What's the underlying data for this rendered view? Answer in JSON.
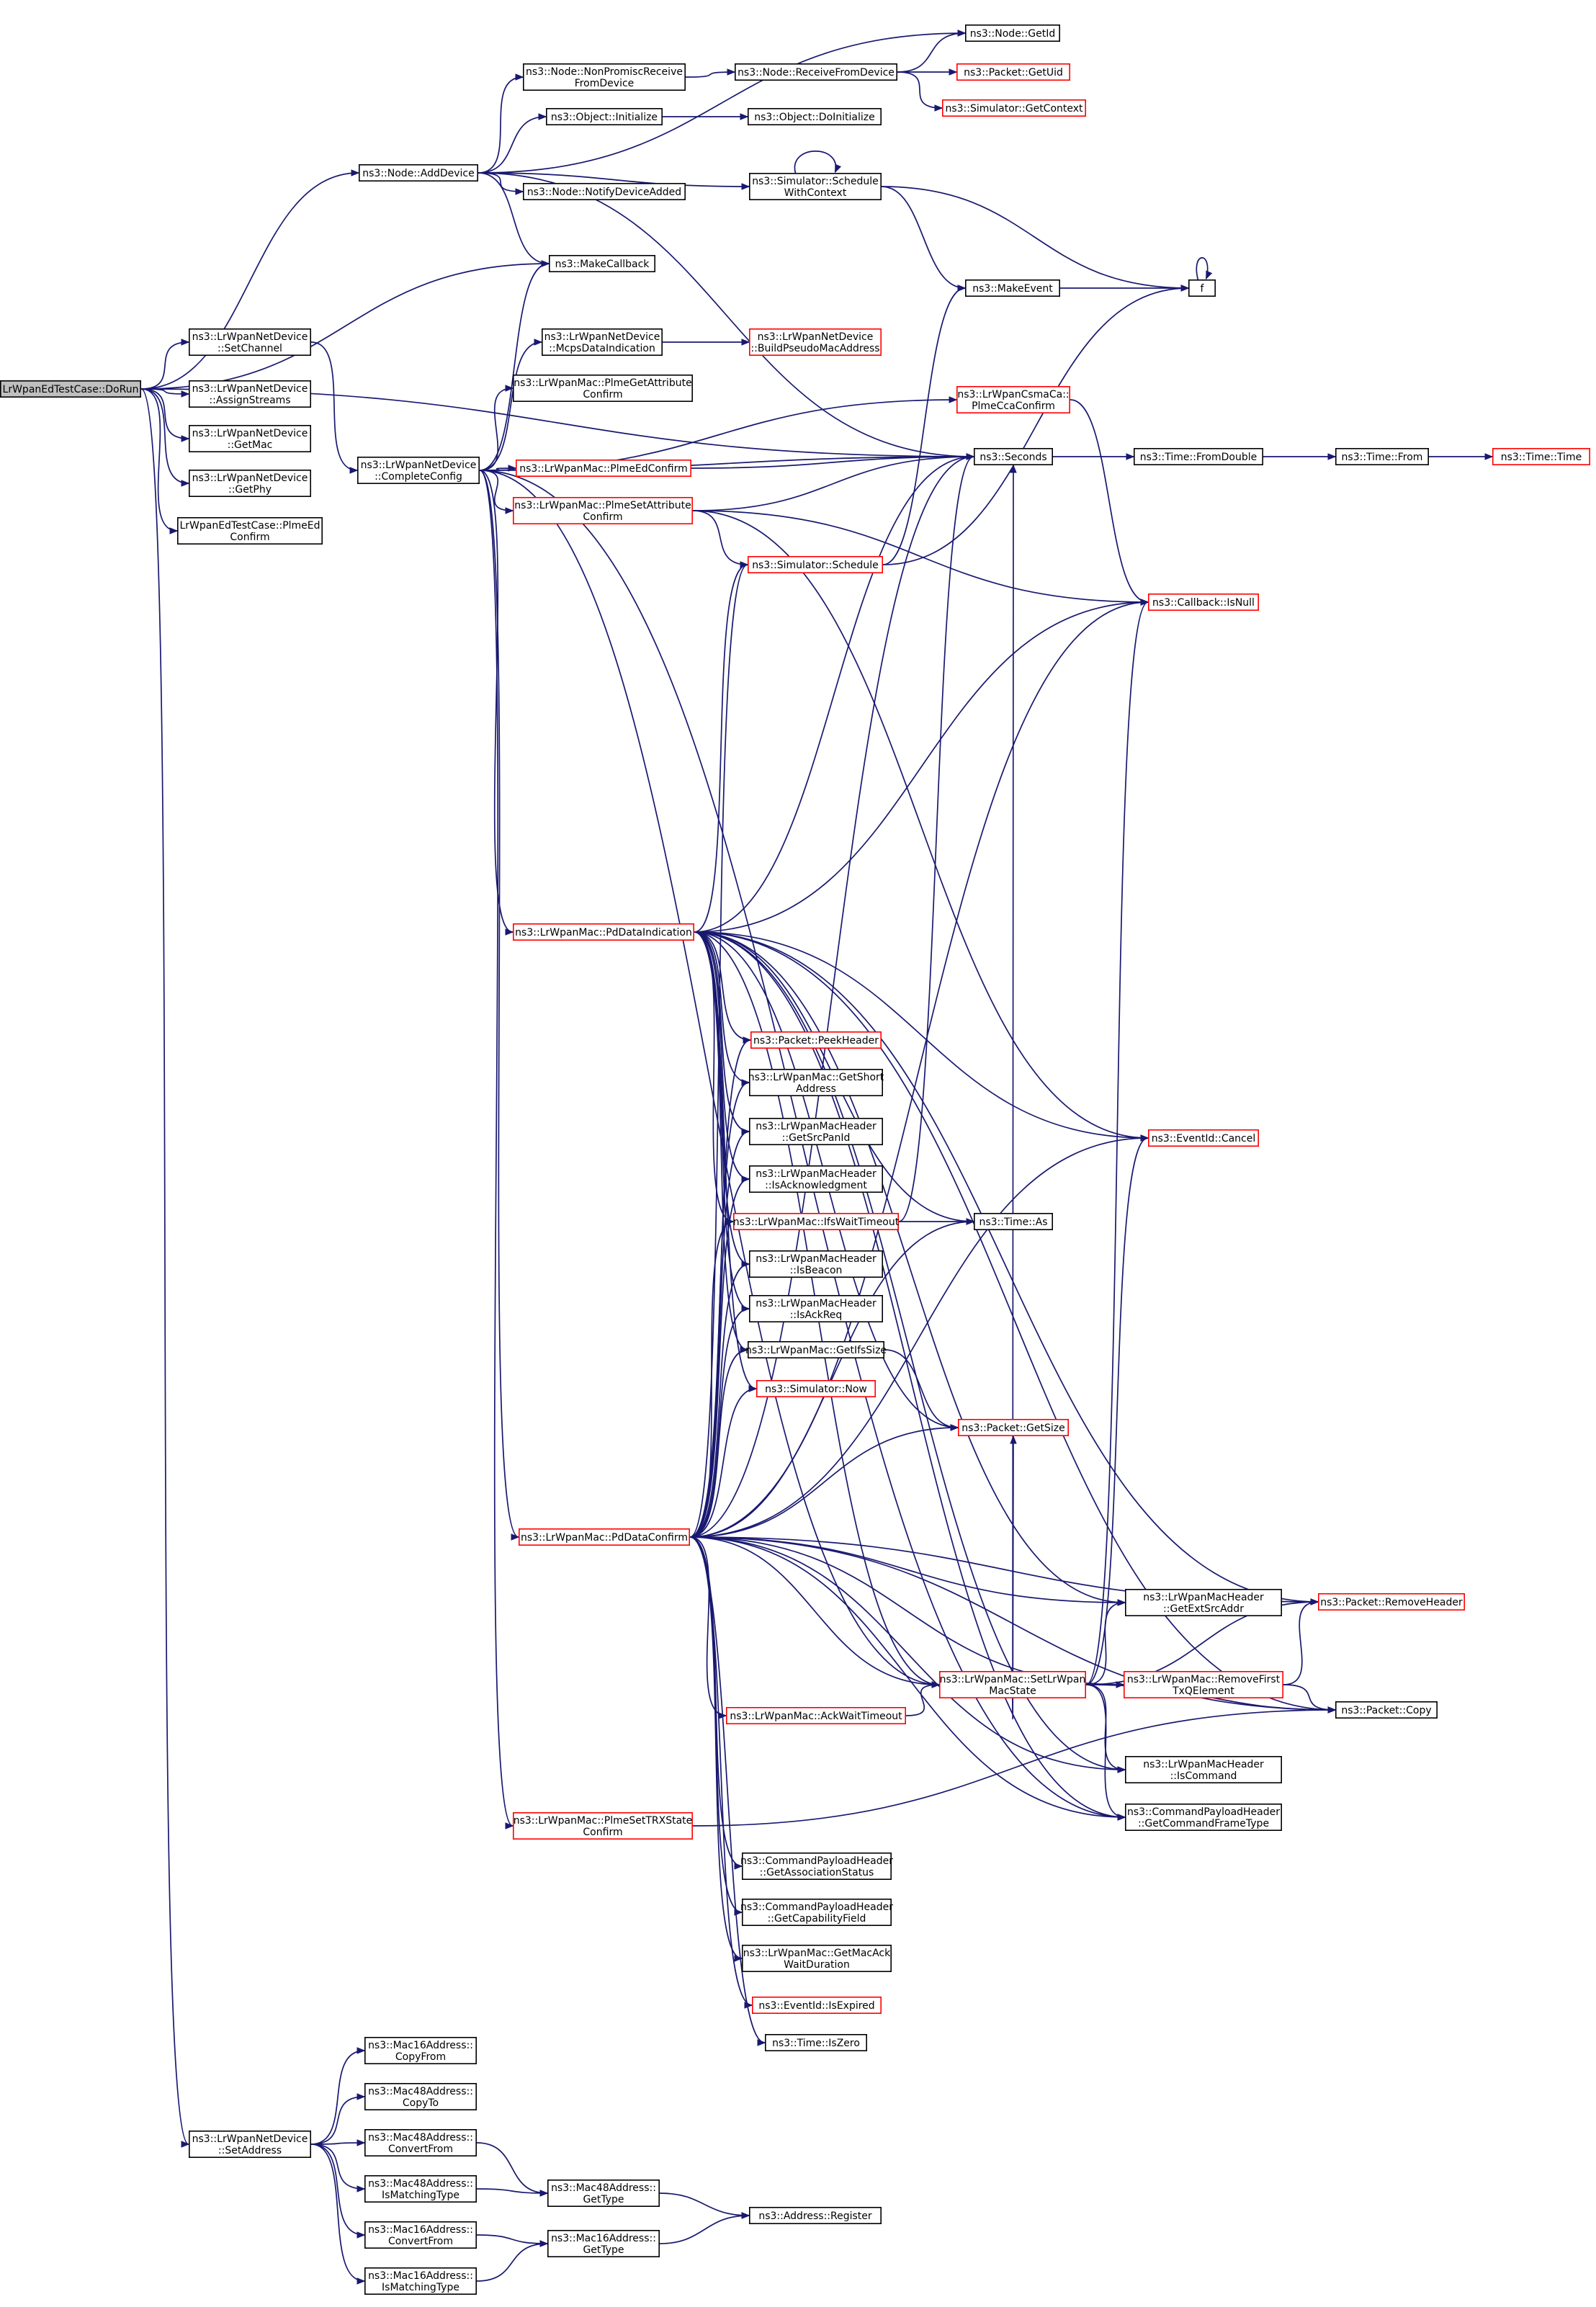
{
  "nodes": [
    {
      "id": "root",
      "lines": [
        "LrWpanEdTestCase::DoRun"
      ],
      "outline": "root"
    },
    {
      "id": "node_adddev",
      "lines": [
        "ns3::Node::AddDevice"
      ],
      "outline": "black"
    },
    {
      "id": "node_getid",
      "lines": [
        "ns3::Node::GetId"
      ],
      "outline": "black"
    },
    {
      "id": "node_nonprom",
      "lines": [
        "ns3::Node::NonPromiscReceive",
        "FromDevice"
      ],
      "outline": "black"
    },
    {
      "id": "node_recv",
      "lines": [
        "ns3::Node::ReceiveFromDevice"
      ],
      "outline": "black"
    },
    {
      "id": "pkt_getuid",
      "lines": [
        "ns3::Packet::GetUid"
      ],
      "outline": "red"
    },
    {
      "id": "sim_getctx",
      "lines": [
        "ns3::Simulator::GetContext"
      ],
      "outline": "red"
    },
    {
      "id": "obj_init",
      "lines": [
        "ns3::Object::Initialize"
      ],
      "outline": "black"
    },
    {
      "id": "obj_doinit",
      "lines": [
        "ns3::Object::DoInitialize"
      ],
      "outline": "black"
    },
    {
      "id": "node_notify",
      "lines": [
        "ns3::Node::NotifyDeviceAdded"
      ],
      "outline": "black"
    },
    {
      "id": "sim_schedctx",
      "lines": [
        "ns3::Simulator::Schedule",
        "WithContext"
      ],
      "outline": "black"
    },
    {
      "id": "makecb",
      "lines": [
        "ns3::MakeCallback"
      ],
      "outline": "black"
    },
    {
      "id": "makeevent",
      "lines": [
        "ns3::MakeEvent"
      ],
      "outline": "black"
    },
    {
      "id": "f",
      "lines": [
        "f"
      ],
      "outline": "black"
    },
    {
      "id": "dev_setchan",
      "lines": [
        "ns3::LrWpanNetDevice",
        "::SetChannel"
      ],
      "outline": "black"
    },
    {
      "id": "dev_mcps",
      "lines": [
        "ns3::LrWpanNetDevice",
        "::McpsDataIndication"
      ],
      "outline": "black"
    },
    {
      "id": "dev_pseudo",
      "lines": [
        "ns3::LrWpanNetDevice",
        "::BuildPseudoMacAddress"
      ],
      "outline": "red"
    },
    {
      "id": "dev_assign",
      "lines": [
        "ns3::LrWpanNetDevice",
        "::AssignStreams"
      ],
      "outline": "black"
    },
    {
      "id": "mac_plmeget",
      "lines": [
        "ns3::LrWpanMac::PlmeGetAttribute",
        "Confirm"
      ],
      "outline": "black"
    },
    {
      "id": "csma_cca",
      "lines": [
        "ns3::LrWpanCsmaCa::",
        "PlmeCcaConfirm"
      ],
      "outline": "red"
    },
    {
      "id": "dev_getmac",
      "lines": [
        "ns3::LrWpanNetDevice",
        "::GetMac"
      ],
      "outline": "black"
    },
    {
      "id": "seconds",
      "lines": [
        "ns3::Seconds"
      ],
      "outline": "black"
    },
    {
      "id": "time_fromdouble",
      "lines": [
        "ns3::Time::FromDouble"
      ],
      "outline": "black"
    },
    {
      "id": "time_from",
      "lines": [
        "ns3::Time::From"
      ],
      "outline": "black"
    },
    {
      "id": "time_time",
      "lines": [
        "ns3::Time::Time"
      ],
      "outline": "red"
    },
    {
      "id": "dev_getphy",
      "lines": [
        "ns3::LrWpanNetDevice",
        "::GetPhy"
      ],
      "outline": "black"
    },
    {
      "id": "dev_complete",
      "lines": [
        "ns3::LrWpanNetDevice",
        "::CompleteConfig"
      ],
      "outline": "black"
    },
    {
      "id": "mac_plmeed",
      "lines": [
        "ns3::LrWpanMac::PlmeEdConfirm"
      ],
      "outline": "red"
    },
    {
      "id": "test_plmeed",
      "lines": [
        "LrWpanEdTestCase::PlmeEd",
        "Confirm"
      ],
      "outline": "black"
    },
    {
      "id": "mac_plmeset",
      "lines": [
        "ns3::LrWpanMac::PlmeSetAttribute",
        "Confirm"
      ],
      "outline": "red"
    },
    {
      "id": "sim_sched",
      "lines": [
        "ns3::Simulator::Schedule"
      ],
      "outline": "red"
    },
    {
      "id": "cb_isnull",
      "lines": [
        "ns3::Callback::IsNull"
      ],
      "outline": "red"
    },
    {
      "id": "mac_pdind",
      "lines": [
        "ns3::LrWpanMac::PdDataIndication"
      ],
      "outline": "red"
    },
    {
      "id": "pkt_peek",
      "lines": [
        "ns3::Packet::PeekHeader"
      ],
      "outline": "red"
    },
    {
      "id": "mac_getshort",
      "lines": [
        "ns3::LrWpanMac::GetShort",
        "Address"
      ],
      "outline": "black"
    },
    {
      "id": "hdr_srcpan",
      "lines": [
        "ns3::LrWpanMacHeader",
        "::GetSrcPanId"
      ],
      "outline": "black"
    },
    {
      "id": "event_cancel",
      "lines": [
        "ns3::EventId::Cancel"
      ],
      "outline": "red"
    },
    {
      "id": "hdr_isack",
      "lines": [
        "ns3::LrWpanMacHeader",
        "::IsAcknowledgment"
      ],
      "outline": "black"
    },
    {
      "id": "mac_ifswait",
      "lines": [
        "ns3::LrWpanMac::IfsWaitTimeout"
      ],
      "outline": "red"
    },
    {
      "id": "time_as",
      "lines": [
        "ns3::Time::As"
      ],
      "outline": "black"
    },
    {
      "id": "hdr_isbeacon",
      "lines": [
        "ns3::LrWpanMacHeader",
        "::IsBeacon"
      ],
      "outline": "black"
    },
    {
      "id": "hdr_isackreq",
      "lines": [
        "ns3::LrWpanMacHeader",
        "::IsAckReq"
      ],
      "outline": "black"
    },
    {
      "id": "mac_getifs",
      "lines": [
        "ns3::LrWpanMac::GetIfsSize"
      ],
      "outline": "black"
    },
    {
      "id": "sim_now",
      "lines": [
        "ns3::Simulator::Now"
      ],
      "outline": "red"
    },
    {
      "id": "pkt_getsize",
      "lines": [
        "ns3::Packet::GetSize"
      ],
      "outline": "red"
    },
    {
      "id": "mac_pdconf",
      "lines": [
        "ns3::LrWpanMac::PdDataConfirm"
      ],
      "outline": "red"
    },
    {
      "id": "hdr_extsrc",
      "lines": [
        "ns3::LrWpanMacHeader",
        "::GetExtSrcAddr"
      ],
      "outline": "black"
    },
    {
      "id": "pkt_remhdr",
      "lines": [
        "ns3::Packet::RemoveHeader"
      ],
      "outline": "red"
    },
    {
      "id": "mac_setstate",
      "lines": [
        "ns3::LrWpanMac::SetLrWpan",
        "MacState"
      ],
      "outline": "red"
    },
    {
      "id": "mac_removefirst",
      "lines": [
        "ns3::LrWpanMac::RemoveFirst",
        "TxQElement"
      ],
      "outline": "red"
    },
    {
      "id": "pkt_copy",
      "lines": [
        "ns3::Packet::Copy"
      ],
      "outline": "black"
    },
    {
      "id": "mac_ackwait",
      "lines": [
        "ns3::LrWpanMac::AckWaitTimeout"
      ],
      "outline": "red"
    },
    {
      "id": "hdr_iscmd",
      "lines": [
        "ns3::LrWpanMacHeader",
        "::IsCommand"
      ],
      "outline": "black"
    },
    {
      "id": "cmd_frametype",
      "lines": [
        "ns3::CommandPayloadHeader",
        "::GetCommandFrameType"
      ],
      "outline": "black"
    },
    {
      "id": "mac_plmetrx",
      "lines": [
        "ns3::LrWpanMac::PlmeSetTRXState",
        "Confirm"
      ],
      "outline": "red"
    },
    {
      "id": "cmd_assoc",
      "lines": [
        "ns3::CommandPayloadHeader",
        "::GetAssociationStatus"
      ],
      "outline": "black"
    },
    {
      "id": "cmd_cap",
      "lines": [
        "ns3::CommandPayloadHeader",
        "::GetCapabilityField"
      ],
      "outline": "black"
    },
    {
      "id": "mac_getackwait",
      "lines": [
        "ns3::LrWpanMac::GetMacAck",
        "WaitDuration"
      ],
      "outline": "black"
    },
    {
      "id": "event_expired",
      "lines": [
        "ns3::EventId::IsExpired"
      ],
      "outline": "red"
    },
    {
      "id": "time_iszero",
      "lines": [
        "ns3::Time::IsZero"
      ],
      "outline": "black"
    },
    {
      "id": "m16_copyfrom",
      "lines": [
        "ns3::Mac16Address::",
        "CopyFrom"
      ],
      "outline": "black"
    },
    {
      "id": "m48_copyto",
      "lines": [
        "ns3::Mac48Address::",
        "CopyTo"
      ],
      "outline": "black"
    },
    {
      "id": "dev_setaddr",
      "lines": [
        "ns3::LrWpanNetDevice",
        "::SetAddress"
      ],
      "outline": "black"
    },
    {
      "id": "m48_convfrom",
      "lines": [
        "ns3::Mac48Address::",
        "ConvertFrom"
      ],
      "outline": "black"
    },
    {
      "id": "m48_gettype",
      "lines": [
        "ns3::Mac48Address::",
        "GetType"
      ],
      "outline": "black"
    },
    {
      "id": "m48_ismatch",
      "lines": [
        "ns3::Mac48Address::",
        "IsMatchingType"
      ],
      "outline": "black"
    },
    {
      "id": "addr_register",
      "lines": [
        "ns3::Address::Register"
      ],
      "outline": "black"
    },
    {
      "id": "m16_convfrom",
      "lines": [
        "ns3::Mac16Address::",
        "ConvertFrom"
      ],
      "outline": "black"
    },
    {
      "id": "m16_gettype",
      "lines": [
        "ns3::Mac16Address::",
        "GetType"
      ],
      "outline": "black"
    },
    {
      "id": "m16_ismatch",
      "lines": [
        "ns3::Mac16Address::",
        "IsMatchingType"
      ],
      "outline": "black"
    }
  ],
  "edges": [
    [
      "root",
      "node_adddev"
    ],
    [
      "root",
      "makecb"
    ],
    [
      "root",
      "seconds"
    ],
    [
      "root",
      "dev_setchan"
    ],
    [
      "root",
      "dev_assign"
    ],
    [
      "root",
      "dev_getmac"
    ],
    [
      "root",
      "dev_getphy"
    ],
    [
      "root",
      "test_plmeed"
    ],
    [
      "root",
      "dev_setaddr"
    ],
    [
      "node_adddev",
      "node_getid"
    ],
    [
      "node_adddev",
      "node_nonprom"
    ],
    [
      "node_adddev",
      "obj_init"
    ],
    [
      "node_adddev",
      "node_notify"
    ],
    [
      "node_adddev",
      "sim_schedctx"
    ],
    [
      "node_adddev",
      "makecb"
    ],
    [
      "node_adddev",
      "seconds"
    ],
    [
      "node_nonprom",
      "node_recv"
    ],
    [
      "node_recv",
      "node_getid"
    ],
    [
      "node_recv",
      "pkt_getuid"
    ],
    [
      "node_recv",
      "sim_getctx"
    ],
    [
      "obj_init",
      "obj_doinit"
    ],
    [
      "sim_schedctx",
      "sim_schedctx"
    ],
    [
      "sim_schedctx",
      "makeevent"
    ],
    [
      "sim_schedctx",
      "f"
    ],
    [
      "makeevent",
      "f"
    ],
    [
      "f",
      "f"
    ],
    [
      "dev_setchan",
      "dev_complete"
    ],
    [
      "dev_complete",
      "makecb"
    ],
    [
      "dev_complete",
      "dev_mcps"
    ],
    [
      "dev_complete",
      "mac_plmeget"
    ],
    [
      "dev_complete",
      "csma_cca"
    ],
    [
      "dev_complete",
      "seconds"
    ],
    [
      "dev_complete",
      "mac_plmeed"
    ],
    [
      "dev_complete",
      "mac_plmeset"
    ],
    [
      "dev_complete",
      "mac_pdind"
    ],
    [
      "dev_complete",
      "mac_pdconf"
    ],
    [
      "dev_complete",
      "mac_plmetrx"
    ],
    [
      "dev_complete",
      "cmd_frametype"
    ],
    [
      "dev_complete",
      "mac_setstate"
    ],
    [
      "dev_mcps",
      "dev_pseudo"
    ],
    [
      "csma_cca",
      "cb_isnull"
    ],
    [
      "mac_plmeed",
      "seconds"
    ],
    [
      "mac_plmeset",
      "seconds"
    ],
    [
      "mac_plmeset",
      "sim_sched"
    ],
    [
      "mac_plmeset",
      "cb_isnull"
    ],
    [
      "mac_plmeset",
      "event_cancel"
    ],
    [
      "sim_sched",
      "makeevent"
    ],
    [
      "sim_sched",
      "f"
    ],
    [
      "seconds",
      "time_fromdouble"
    ],
    [
      "time_fromdouble",
      "time_from"
    ],
    [
      "time_from",
      "time_time"
    ],
    [
      "mac_pdind",
      "sim_sched"
    ],
    [
      "mac_pdind",
      "seconds"
    ],
    [
      "mac_pdind",
      "cb_isnull"
    ],
    [
      "mac_pdind",
      "pkt_remhdr"
    ],
    [
      "mac_pdind",
      "pkt_copy"
    ],
    [
      "mac_pdind",
      "event_cancel"
    ],
    [
      "mac_pdind",
      "hdr_extsrc"
    ],
    [
      "mac_pdind",
      "hdr_iscmd"
    ],
    [
      "mac_pdind",
      "cmd_frametype"
    ],
    [
      "mac_pdind",
      "pkt_peek"
    ],
    [
      "mac_pdind",
      "mac_getshort"
    ],
    [
      "mac_pdind",
      "hdr_srcpan"
    ],
    [
      "mac_pdind",
      "hdr_isack"
    ],
    [
      "mac_pdind",
      "mac_ifswait"
    ],
    [
      "mac_pdind",
      "hdr_isbeacon"
    ],
    [
      "mac_pdind",
      "hdr_isackreq"
    ],
    [
      "mac_pdind",
      "mac_getifs"
    ],
    [
      "mac_pdind",
      "sim_now"
    ],
    [
      "mac_pdind",
      "pkt_getsize"
    ],
    [
      "mac_pdind",
      "time_as"
    ],
    [
      "mac_pdind",
      "mac_setstate"
    ],
    [
      "mac_ifswait",
      "time_as"
    ],
    [
      "mac_ifswait",
      "seconds"
    ],
    [
      "mac_getifs",
      "pkt_getsize"
    ],
    [
      "mac_pdconf",
      "sim_sched"
    ],
    [
      "mac_pdconf",
      "seconds"
    ],
    [
      "mac_pdconf",
      "cb_isnull"
    ],
    [
      "mac_pdconf",
      "pkt_peek"
    ],
    [
      "mac_pdconf",
      "mac_getshort"
    ],
    [
      "mac_pdconf",
      "hdr_srcpan"
    ],
    [
      "mac_pdconf",
      "hdr_isack"
    ],
    [
      "mac_pdconf",
      "mac_ifswait"
    ],
    [
      "mac_pdconf",
      "hdr_isbeacon"
    ],
    [
      "mac_pdconf",
      "hdr_isackreq"
    ],
    [
      "mac_pdconf",
      "mac_getifs"
    ],
    [
      "mac_pdconf",
      "sim_now"
    ],
    [
      "mac_pdconf",
      "pkt_getsize"
    ],
    [
      "mac_pdconf",
      "time_as"
    ],
    [
      "mac_pdconf",
      "event_cancel"
    ],
    [
      "mac_pdconf",
      "hdr_extsrc"
    ],
    [
      "mac_pdconf",
      "pkt_remhdr"
    ],
    [
      "mac_pdconf",
      "mac_setstate"
    ],
    [
      "mac_pdconf",
      "mac_removefirst"
    ],
    [
      "mac_pdconf",
      "pkt_copy"
    ],
    [
      "mac_pdconf",
      "mac_ackwait"
    ],
    [
      "mac_pdconf",
      "hdr_iscmd"
    ],
    [
      "mac_pdconf",
      "cmd_frametype"
    ],
    [
      "mac_pdconf",
      "cmd_assoc"
    ],
    [
      "mac_pdconf",
      "cmd_cap"
    ],
    [
      "mac_pdconf",
      "mac_getackwait"
    ],
    [
      "mac_pdconf",
      "event_expired"
    ],
    [
      "mac_pdconf",
      "time_iszero"
    ],
    [
      "mac_ackwait",
      "mac_setstate"
    ],
    [
      "mac_setstate",
      "cb_isnull"
    ],
    [
      "mac_setstate",
      "event_cancel"
    ],
    [
      "mac_setstate",
      "seconds"
    ],
    [
      "mac_setstate",
      "hdr_extsrc"
    ],
    [
      "mac_setstate",
      "pkt_remhdr"
    ],
    [
      "mac_setstate",
      "mac_removefirst"
    ],
    [
      "mac_setstate",
      "pkt_copy"
    ],
    [
      "mac_setstate",
      "hdr_iscmd"
    ],
    [
      "mac_setstate",
      "cmd_frametype"
    ],
    [
      "mac_setstate",
      "pkt_getsize"
    ],
    [
      "mac_removefirst",
      "pkt_remhdr"
    ],
    [
      "mac_removefirst",
      "pkt_copy"
    ],
    [
      "mac_plmetrx",
      "pkt_copy"
    ],
    [
      "dev_setaddr",
      "m16_copyfrom"
    ],
    [
      "dev_setaddr",
      "m48_copyto"
    ],
    [
      "dev_setaddr",
      "m48_convfrom"
    ],
    [
      "dev_setaddr",
      "m48_ismatch"
    ],
    [
      "dev_setaddr",
      "m16_convfrom"
    ],
    [
      "dev_setaddr",
      "m16_ismatch"
    ],
    [
      "m48_convfrom",
      "m48_gettype"
    ],
    [
      "m48_ismatch",
      "m48_gettype"
    ],
    [
      "m48_gettype",
      "addr_register"
    ],
    [
      "m16_convfrom",
      "m16_gettype"
    ],
    [
      "m16_ismatch",
      "m16_gettype"
    ],
    [
      "m16_gettype",
      "addr_register"
    ]
  ]
}
